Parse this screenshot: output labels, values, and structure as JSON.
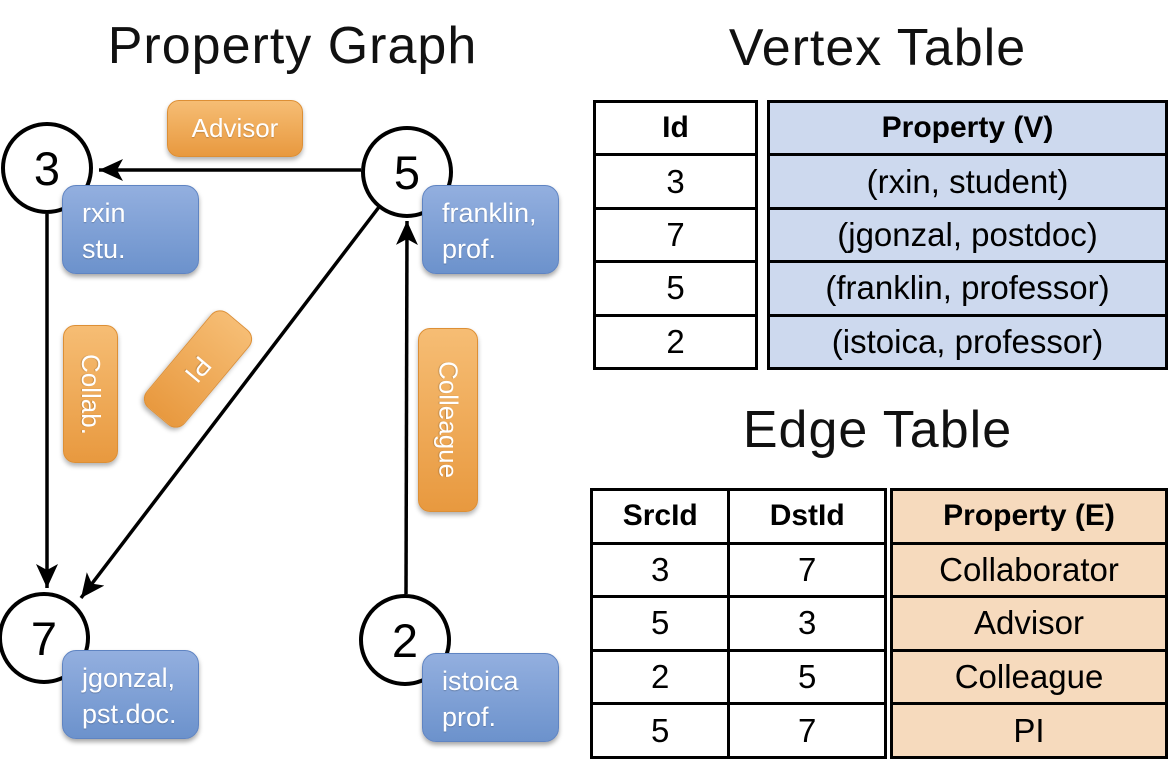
{
  "titles": {
    "property_graph": "Property Graph",
    "vertex_table": "Vertex Table",
    "edge_table": "Edge Table"
  },
  "graph": {
    "nodes": [
      {
        "id": "3"
      },
      {
        "id": "5"
      },
      {
        "id": "7"
      },
      {
        "id": "2"
      }
    ],
    "vertex_labels": [
      {
        "line1": "rxin",
        "line2": "stu."
      },
      {
        "line1": "franklin,",
        "line2": "prof."
      },
      {
        "line1": "jgonzal,",
        "line2": "pst.doc."
      },
      {
        "line1": "istoica",
        "line2": "prof."
      }
    ],
    "edge_labels": {
      "advisor": "Advisor",
      "collab": "Collab.",
      "pi": "PI",
      "colleague": "Colleague"
    }
  },
  "vertex_table": {
    "headers": {
      "id": "Id",
      "property": "Property (V)"
    },
    "rows": [
      {
        "id": "3",
        "property": "(rxin, student)"
      },
      {
        "id": "7",
        "property": "(jgonzal, postdoc)"
      },
      {
        "id": "5",
        "property": "(franklin, professor)"
      },
      {
        "id": "2",
        "property": "(istoica, professor)"
      }
    ]
  },
  "edge_table": {
    "headers": {
      "src": "SrcId",
      "dst": "DstId",
      "property": "Property (E)"
    },
    "rows": [
      {
        "src": "3",
        "dst": "7",
        "property": "Collaborator"
      },
      {
        "src": "5",
        "dst": "3",
        "property": "Advisor"
      },
      {
        "src": "2",
        "dst": "5",
        "property": "Colleague"
      },
      {
        "src": "5",
        "dst": "7",
        "property": "PI"
      }
    ]
  },
  "colors": {
    "edge-label-top": "#f6bd74",
    "edge-label-bottom": "#e8993f",
    "edge-label-border": "#dd8f35",
    "vertex-box-top": "#93afdf",
    "vertex-box-bottom": "#6c92cc",
    "vertex-box-border": "#5f84c2",
    "vertex-col-bg": "#cdd9ee",
    "edge-col-bg": "#f6dabd",
    "line-color": "#000000"
  }
}
